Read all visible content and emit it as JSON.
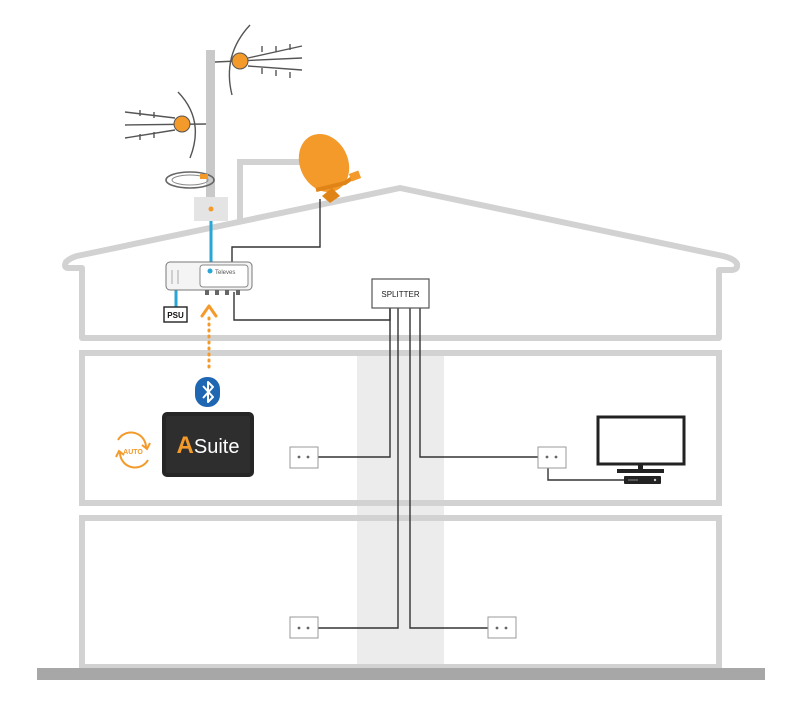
{
  "labels": {
    "splitter": "SPLITTER",
    "psu": "PSU",
    "amplifier_brand": "Televes",
    "app_logo_letter": "A",
    "app_logo_rest": "Suite",
    "auto_badge": "AUTO"
  },
  "icons": {
    "bluetooth": "bluetooth-icon",
    "auto_sync": "auto-sync-icon"
  },
  "colors": {
    "accent_orange": "#f39a2b",
    "cable_blue": "#2aa6d6",
    "wall_gray": "#d2d2d2",
    "bluetooth_blue": "#1f66b3",
    "tablet_dark": "#262626"
  }
}
